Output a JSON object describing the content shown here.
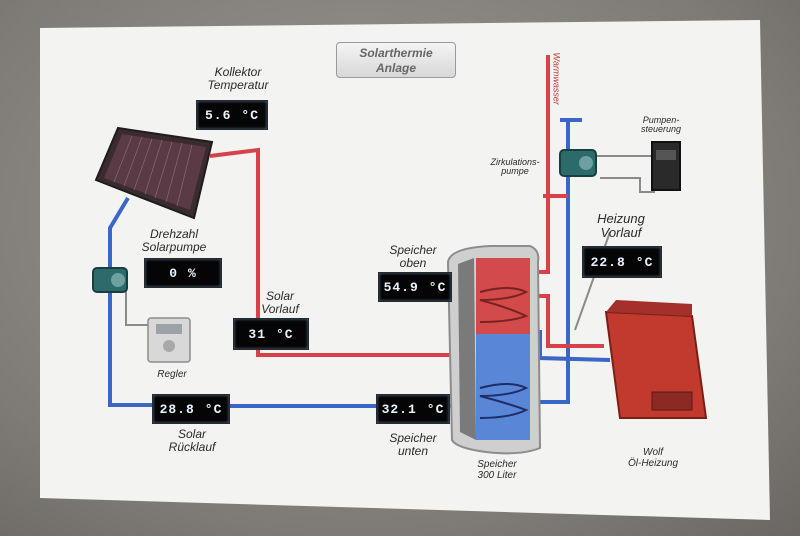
{
  "title": {
    "line1": "Solarthermie",
    "line2": "Anlage"
  },
  "labels": {
    "kollektor": {
      "line1": "Kollektor",
      "line2": "Temperatur"
    },
    "drehzahl": {
      "line1": "Drehzahl",
      "line2": "Solarpumpe"
    },
    "regler": "Regler",
    "solar_vorlauf": {
      "line1": "Solar",
      "line2": "Vorlauf"
    },
    "solar_ruecklauf": {
      "line1": "Solar",
      "line2": "Rücklauf"
    },
    "speicher_oben": {
      "line1": "Speicher",
      "line2": "oben"
    },
    "speicher_unten": {
      "line1": "Speicher",
      "line2": "unten"
    },
    "speicher": {
      "line1": "Speicher",
      "line2": "300 Liter"
    },
    "warmwasser": "Warmwasser",
    "zirkulation": {
      "line1": "Zirkulations-",
      "line2": "pumpe"
    },
    "pumpensteuerung": {
      "line1": "Pumpen-",
      "line2": "steuerung"
    },
    "heizung_vorlauf": {
      "line1": "Heizung",
      "line2": "Vorlauf"
    },
    "wolf": {
      "line1": "Wolf",
      "line2": "Öl-Heizung"
    }
  },
  "displays": {
    "kollektor": {
      "value": "5.6",
      "unit": "°C"
    },
    "drehzahl": {
      "value": "0",
      "unit": "%"
    },
    "solar_vorlauf": {
      "value": "31",
      "unit": "°C"
    },
    "solar_ruecklauf": {
      "value": "28.8",
      "unit": "°C"
    },
    "speicher_oben": {
      "value": "54.9",
      "unit": "°C"
    },
    "speicher_unten": {
      "value": "32.1",
      "unit": "°C"
    },
    "heizung_vorlauf": {
      "value": "22.8",
      "unit": "°C"
    }
  },
  "colors": {
    "hot": "#d8404a",
    "cold": "#3a66c8",
    "board": "#f3f3f1",
    "boiler": "#c23a2e"
  }
}
